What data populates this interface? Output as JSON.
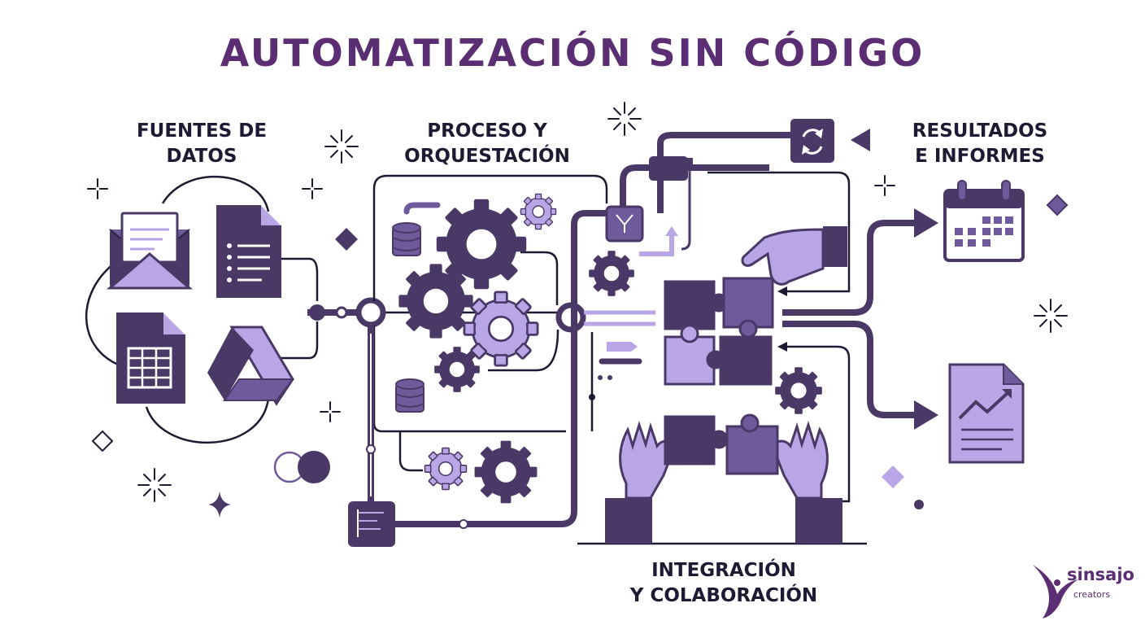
{
  "title": "AUTOMATIZACIÓN SIN CÓDIGO",
  "sections": {
    "sources": {
      "line1": "FUENTES DE",
      "line2": "DATOS"
    },
    "process": {
      "line1": "PROCESO Y",
      "line2": "ORQUESTACIÓN"
    },
    "results": {
      "line1": "RESULTADOS",
      "line2": "E INFORMES"
    },
    "integration": {
      "line1": "INTEGRACIÓN",
      "line2": "Y COLABORACIÓN"
    }
  },
  "brand": {
    "name": "sinsajo",
    "sub": "creators"
  },
  "colors": {
    "dark": "#4a3866",
    "mid": "#6f5a9c",
    "light": "#b8a6e6",
    "line": "#1f1a33",
    "accent": "#5b2d73"
  },
  "icons": [
    "mail-icon",
    "document-icon",
    "spreadsheet-icon",
    "drive-icon",
    "database-icon",
    "gear-icon",
    "split-icon",
    "sync-icon",
    "puzzle-icon",
    "hand-icon",
    "calendar-icon",
    "report-chart-icon",
    "sparkle-icon",
    "bird-logo-icon"
  ]
}
